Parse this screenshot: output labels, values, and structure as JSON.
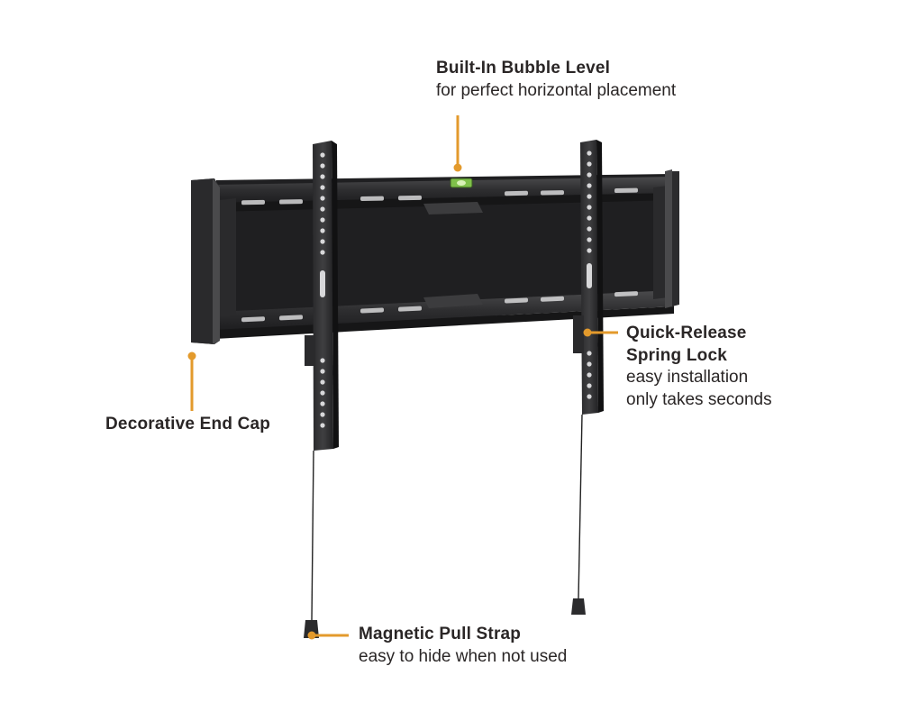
{
  "accent_color": "#e39a2c",
  "callouts": {
    "bubble_level": {
      "title": "Built-In Bubble Level",
      "description": "for perfect horizontal placement"
    },
    "end_cap": {
      "title": "Decorative End Cap"
    },
    "spring_lock": {
      "title_line1": "Quick-Release",
      "title_line2": "Spring Lock",
      "description_line1": "easy installation",
      "description_line2": "only takes seconds"
    },
    "pull_strap": {
      "title": "Magnetic Pull Strap",
      "description": "easy to hide when not used"
    }
  }
}
